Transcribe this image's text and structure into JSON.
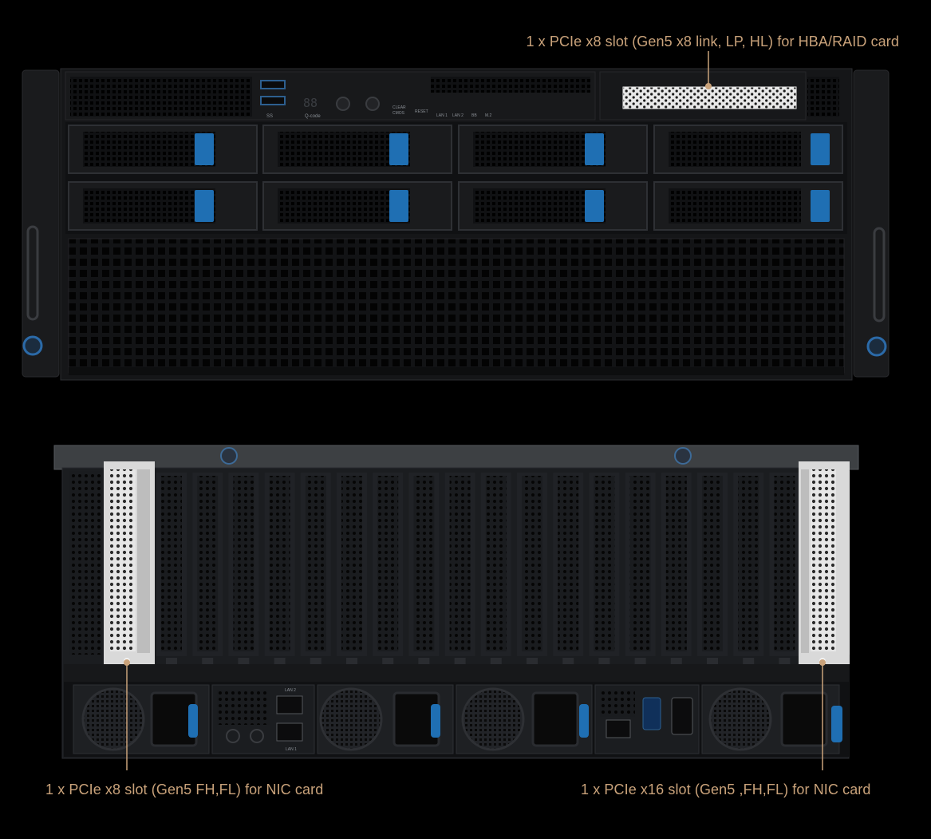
{
  "callouts": {
    "hba_raid": "1 x PCIe x8 slot (Gen5 x8 link, LP, HL) for HBA/RAID card",
    "nic_x8": "1 x PCIe x8 slot (Gen5 FH,FL) for NIC card",
    "nic_x16": "1 x PCIe x16 slot (Gen5 ,FH,FL) for NIC card"
  },
  "front_panel": {
    "usb_label": "SS",
    "qcode_display": "88",
    "qcode_label": "Q-code",
    "clear_cmos_label_1": "CLEAR",
    "clear_cmos_label_2": "CMOS",
    "reset_label": "RESET",
    "lan1_label": "LAN 1",
    "lan2_label": "LAN 2",
    "bmc_label": "BB",
    "m2_label": "M.2"
  },
  "rear_panel": {
    "lan2_label": "LAN 2",
    "lan1_label": "LAN 1"
  },
  "colors": {
    "background": "#000000",
    "callout_text": "#c9a27a",
    "chassis_dark": "#151618",
    "drive_latch_blue": "#1f6fb3",
    "highlight_bracket": "#e4e4e4"
  }
}
